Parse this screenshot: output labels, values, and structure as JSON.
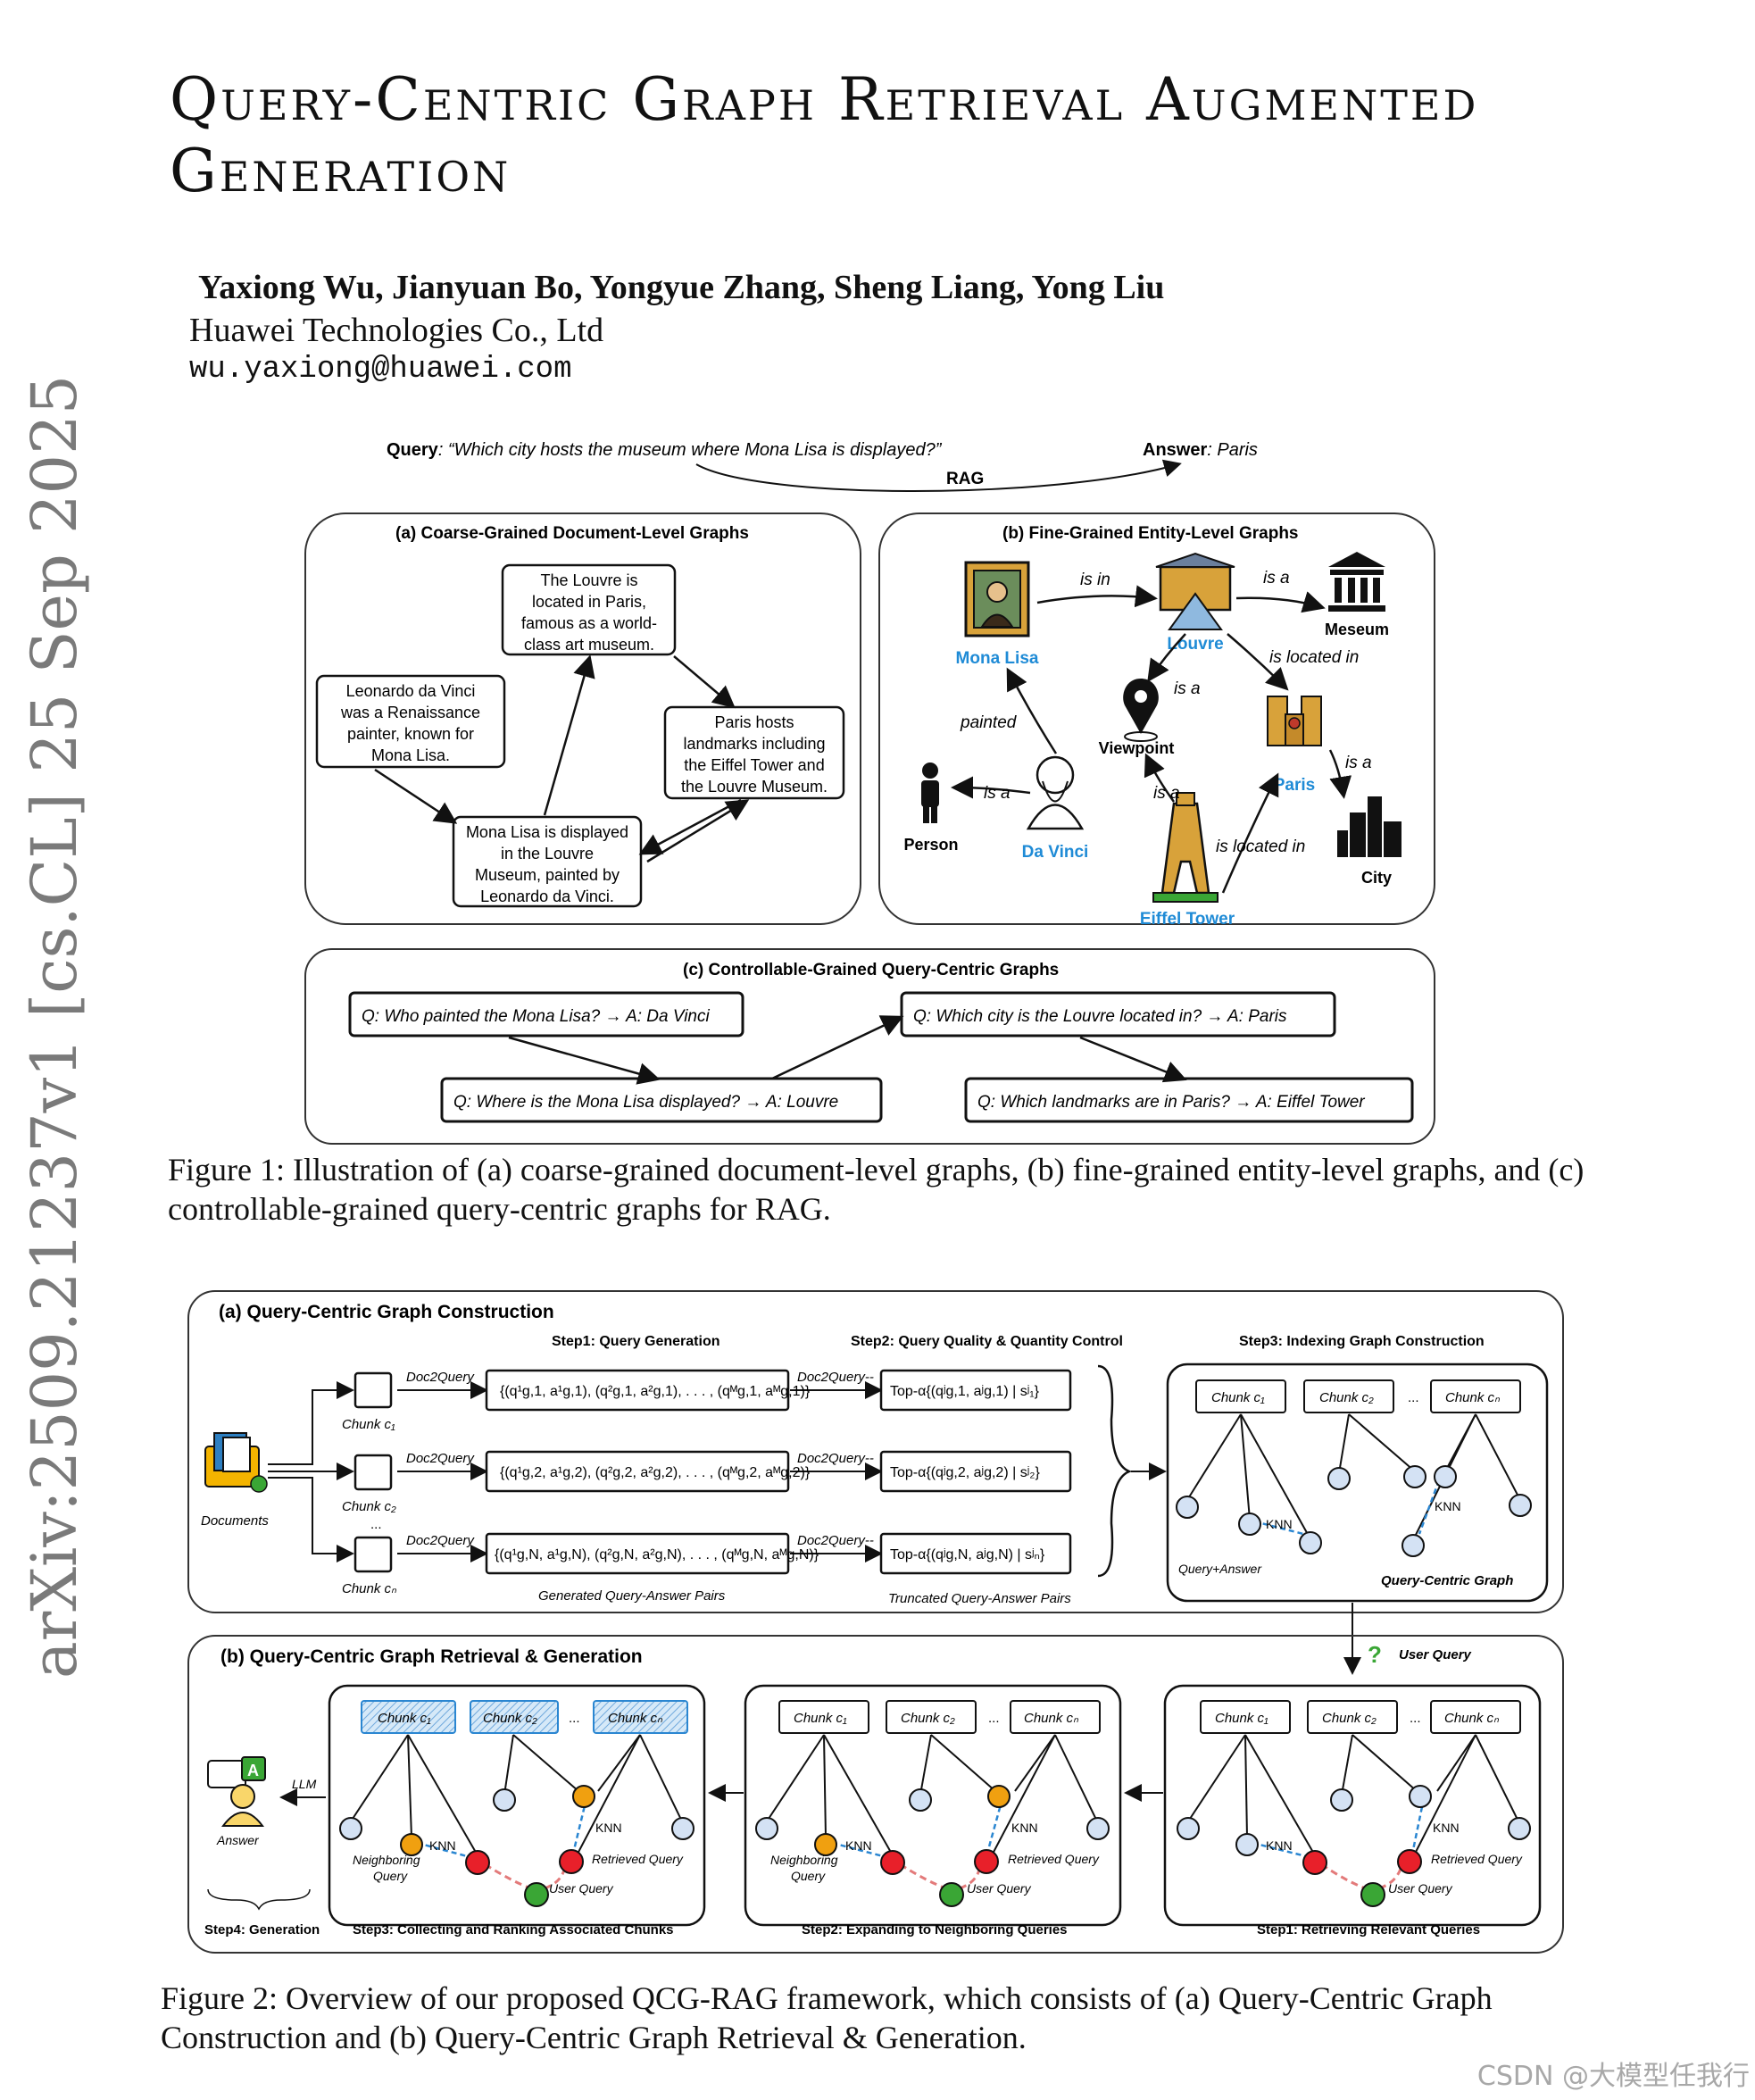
{
  "title": "Query-Centric Graph Retrieval Augmented Generation",
  "authors": "Yaxiong Wu, Jianyuan Bo, Yongyue Zhang, Sheng Liang, Yong Liu",
  "affiliation": "Huawei Technologies Co., Ltd",
  "email": "wu.yaxiong@huawei.com",
  "arxiv_id": "arXiv:2509.21237v1  [cs.CL]  25 Sep 2025",
  "figure1": {
    "query_label": "Query",
    "query_text": ": “Which city hosts the museum where Mona Lisa is displayed?”",
    "answer_label": "Answer",
    "answer_text": ": Paris",
    "rag": "RAG",
    "panel_a_title": "(a) Coarse-Grained Document-Level Graphs",
    "doc1": [
      "The Louvre is",
      "located in Paris,",
      "famous as a world-",
      "class art museum."
    ],
    "doc2": [
      "Leonardo da Vinci",
      "was a Renaissance",
      "painter, known for",
      "Mona Lisa."
    ],
    "doc3": [
      "Paris hosts",
      "landmarks including",
      "the Eiffel Tower and",
      "the Louvre Museum."
    ],
    "doc4": [
      "Mona Lisa is displayed",
      "in the Louvre",
      "Museum, painted by",
      "Leonardo da Vinci."
    ],
    "panel_b_title": "(b) Fine-Grained Entity-Level Graphs",
    "entities": {
      "mona": "Mona Lisa",
      "louvre": "Louvre",
      "museum": "Meseum",
      "viewpoint": "Viewpoint",
      "paris": "Paris",
      "person": "Person",
      "davinci": "Da Vinci",
      "city": "City",
      "eiffel": "Eiffel Tower"
    },
    "relations": {
      "is_in": "is in",
      "is_a": "is a",
      "is_located_in": "is located in",
      "painted": "painted"
    },
    "panel_c_title": "(c)  Controllable-Grained Query-Centric Graphs",
    "qa1": "Q: Who painted the Mona Lisa? → A: Da Vinci",
    "qa2": "Q: Which city is the Louvre located in? → A: Paris",
    "qa3": "Q: Where is the Mona Lisa displayed? → A: Louvre",
    "qa4": "Q: Which landmarks are in Paris?  → A: Eiffel Tower",
    "caption": "Figure 1: Illustration of (a) coarse-grained document-level graphs, (b) fine-grained entity-level graphs, and (c) controllable-grained query-centric graphs for RAG."
  },
  "figure2": {
    "panel_a_title": "(a) Query-Centric Graph Construction",
    "step1_gen": "Step1: Query Generation",
    "step2_ctrl": "Step2: Query Quality & Quantity Control",
    "step3_idx": "Step3: Indexing Graph Construction",
    "doc2query": "Doc2Query",
    "doc2query_minus": "Doc2Query--",
    "documents": "Documents",
    "chunk1": "Chunk  c₁",
    "chunk2": "Chunk  c₂",
    "chunkN": "Chunk  cₙ",
    "ellipsis": "...",
    "qa_set1": "{(q¹g,1, a¹g,1), (q²g,1, a²g,1), . . . , (qᴹg,1, aᴹg,1)}",
    "qa_set2": "{(q¹g,2, a¹g,2), (q²g,2, a²g,2), . . . , (qᴹg,2, aᴹg,2)}",
    "qa_setN": "{(q¹g,N, a¹g,N), (q²g,N, a²g,N), . . . , (qᴹg,N, aᴹg,N)}",
    "top1": "Top-α{(qʲg,1, aʲg,1)  |  sʲ₁}",
    "top2": "Top-α{(qʲg,2, aʲg,2)  |  sʲ₂}",
    "topN": "Top-α{(qʲg,N, aʲg,N)  |  sʲₙ}",
    "generated_pairs": "Generated Query-Answer Pairs",
    "truncated_pairs": "Truncated Query-Answer Pairs",
    "knn": "KNN",
    "query_answer": "Query+Answer",
    "qc_graph": "Query-Centric Graph",
    "user_query": "User Query",
    "panel_b_title": "(b) Query-Centric Graph Retrieval & Generation",
    "llm": "LLM",
    "answer": "Answer",
    "neighboring_query": [
      "Neighboring",
      "Query"
    ],
    "retrieved_query": "Retrieved Query",
    "step4": "Step4: Generation",
    "step3": "Step3: Collecting and Ranking Associated Chunks",
    "step2": "Step2: Expanding to Neighboring Queries",
    "step1": "Step1: Retrieving Relevant Queries",
    "caption": "Figure 2: Overview of our proposed QCG-RAG framework, which consists of (a) Query-Centric Graph Construction and (b) Query-Centric Graph Retrieval & Generation."
  },
  "watermark": "CSDN @大模型任我行",
  "colors": {
    "entity_blue": "#1f8bd6",
    "node_red": "#e8202a",
    "node_orange": "#f0a010",
    "node_green": "#3aa635",
    "node_blue": "#d4e2f4",
    "chunk_hatch": "#9cc8ec"
  }
}
